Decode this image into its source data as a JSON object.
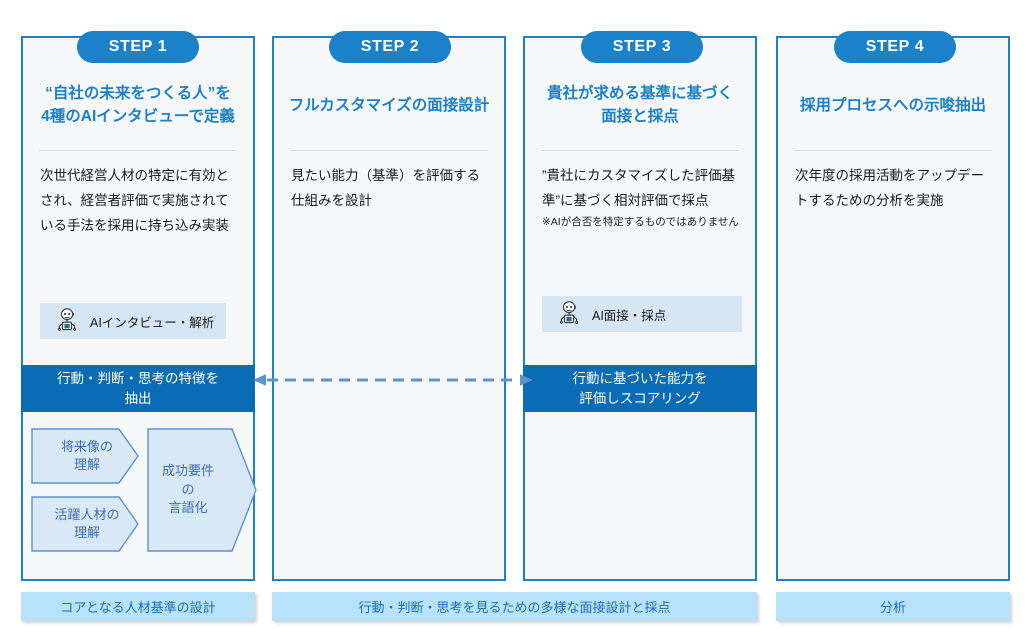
{
  "theme": {
    "accent_blue": "#1b81c8",
    "band_blue": "#0a6cb4",
    "chip_blue": "#d6e6f4",
    "chevron_fill": "#d8e8f7",
    "chevron_stroke": "#5b93cf",
    "footer_blue": "#b8e1fa",
    "panel_bg": "#f6f7f8"
  },
  "steps": [
    {
      "pill": "STEP 1",
      "heading": "“自社の未来をつくる人”を\n4種のAIインタビューで定義",
      "heading_line1": "“自社の未来をつくる人”を",
      "heading_line2": "4種のAIインタビューで定義",
      "body": "次世代経営人材の特定に有効とされ、経営者評価で実施されている手法を採用に持ち込み実装",
      "note": "",
      "chip_label": "AIインタビュー・解析",
      "chip_icon": "robot-icon",
      "band_line1": "行動・判断・思考の特徴を",
      "band_line2": "抽出"
    },
    {
      "pill": "STEP 2",
      "heading": "フルカスタマイズの面接設計",
      "heading_line1": "フルカスタマイズの面接設計",
      "heading_line2": "",
      "body": "見たい能力（基準）を評価する仕組みを設計",
      "note": "",
      "chip_label": "",
      "chip_icon": "",
      "band_line1": "",
      "band_line2": ""
    },
    {
      "pill": "STEP 3",
      "heading": "貴社が求める基準に基づく\n面接と採点",
      "heading_line1": "貴社が求める基準に基づく",
      "heading_line2": "面接と採点",
      "body": "”貴社にカスタマイズした評価基準”に基づく相対評価で採点",
      "note": "※AIが合否を特定するものではありません",
      "chip_label": "AI面接・採点",
      "chip_icon": "robot-icon",
      "band_line1": "行動に基づいた能力を",
      "band_line2": "評価しスコアリング"
    },
    {
      "pill": "STEP 4",
      "heading": "採用プロセスへの示唆抽出",
      "heading_line1": "採用プロセスへの示唆抽出",
      "heading_line2": "",
      "body": "次年度の採用活動をアップデートするための分析を実施",
      "note": "",
      "chip_label": "",
      "chip_icon": "",
      "band_line1": "",
      "band_line2": ""
    }
  ],
  "chevrons": [
    {
      "line1": "将来像の",
      "line2": "理解",
      "line3": ""
    },
    {
      "line1": "活躍人材の",
      "line2": "理解",
      "line3": ""
    },
    {
      "line1": "成功要件",
      "line2": "の",
      "line3": "言語化"
    }
  ],
  "connector": {
    "style": "dashed-double-arrow",
    "color": "#5b93cf"
  },
  "footers": [
    {
      "label": "コアとなる人材基準の設計"
    },
    {
      "label": "行動・判断・思考を見るための多様な面接設計と採点"
    },
    {
      "label": "分析"
    }
  ]
}
